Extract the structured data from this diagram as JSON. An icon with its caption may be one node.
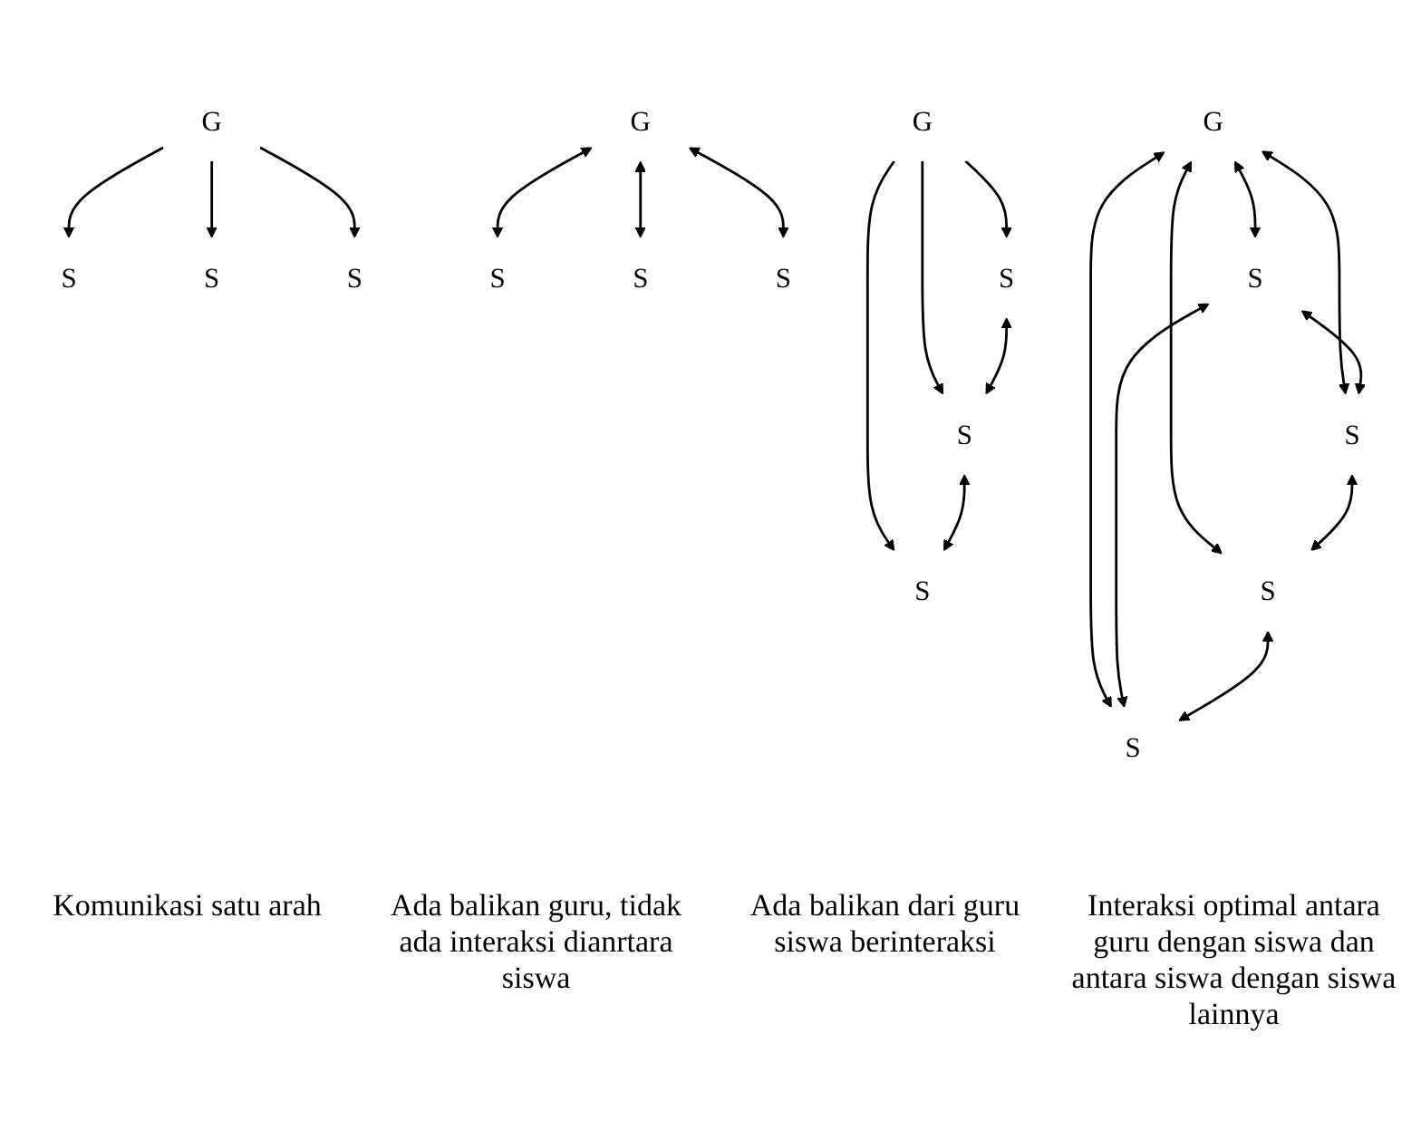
{
  "diagram": {
    "nodes": [
      {
        "text": [
          "G"
        ]
      },
      {
        "text": [
          "S"
        ]
      },
      {
        "text": [
          "S"
        ]
      },
      {
        "text": [
          "S"
        ]
      },
      {
        "text": [
          "G"
        ]
      },
      {
        "text": [
          "S"
        ]
      },
      {
        "text": [
          "S"
        ]
      },
      {
        "text": [
          "S"
        ]
      },
      {
        "text": [
          "G"
        ]
      },
      {
        "text": [
          "S"
        ]
      },
      {
        "text": [
          "S"
        ]
      },
      {
        "text": [
          "S"
        ]
      },
      {
        "text": [
          "G"
        ]
      },
      {
        "text": [
          "S"
        ]
      },
      {
        "text": [
          "S"
        ]
      },
      {
        "text": [
          "S"
        ]
      },
      {
        "text": [
          "S"
        ]
      }
    ],
    "edges": [
      {
        "from": 0,
        "to": 1,
        "arrow": "to"
      },
      {
        "from": 0,
        "to": 2,
        "arrow": "to"
      },
      {
        "from": 0,
        "to": 3,
        "arrow": "to"
      },
      {
        "from": 4,
        "to": 5,
        "arrow": "both"
      },
      {
        "from": 4,
        "to": 6,
        "arrow": "both"
      },
      {
        "from": 4,
        "to": 7,
        "arrow": "both"
      },
      {
        "from": 8,
        "to": 9,
        "arrow": "to"
      },
      {
        "from": 8,
        "to": 10,
        "arrow": "to"
      },
      {
        "from": 8,
        "to": 11,
        "arrow": "to"
      },
      {
        "from": 9,
        "to": 10,
        "arrow": "both"
      },
      {
        "from": 10,
        "to": 11,
        "arrow": "both"
      },
      {
        "from": 12,
        "to": 13,
        "arrow": "both"
      },
      {
        "from": 12,
        "to": 15,
        "arrow": "both"
      },
      {
        "from": 12,
        "to": 16,
        "arrow": "both"
      },
      {
        "from": 12,
        "to": 14,
        "arrow": "both"
      },
      {
        "from": 13,
        "to": 14,
        "arrow": "both"
      },
      {
        "from": 13,
        "to": 16,
        "arrow": "both"
      },
      {
        "from": 14,
        "to": 15,
        "arrow": "both"
      },
      {
        "from": 15,
        "to": 16,
        "arrow": "both"
      }
    ],
    "labels": [
      "Komunikasi satu arah",
      "Ada balikan guru, tidak ada interaksi dianrtara siswa",
      "Ada balikan dari guru siswa berinteraksi",
      "Interaksi optimal antara guru dengan siswa dan antara siswa dengan siswa lainnya"
    ]
  }
}
